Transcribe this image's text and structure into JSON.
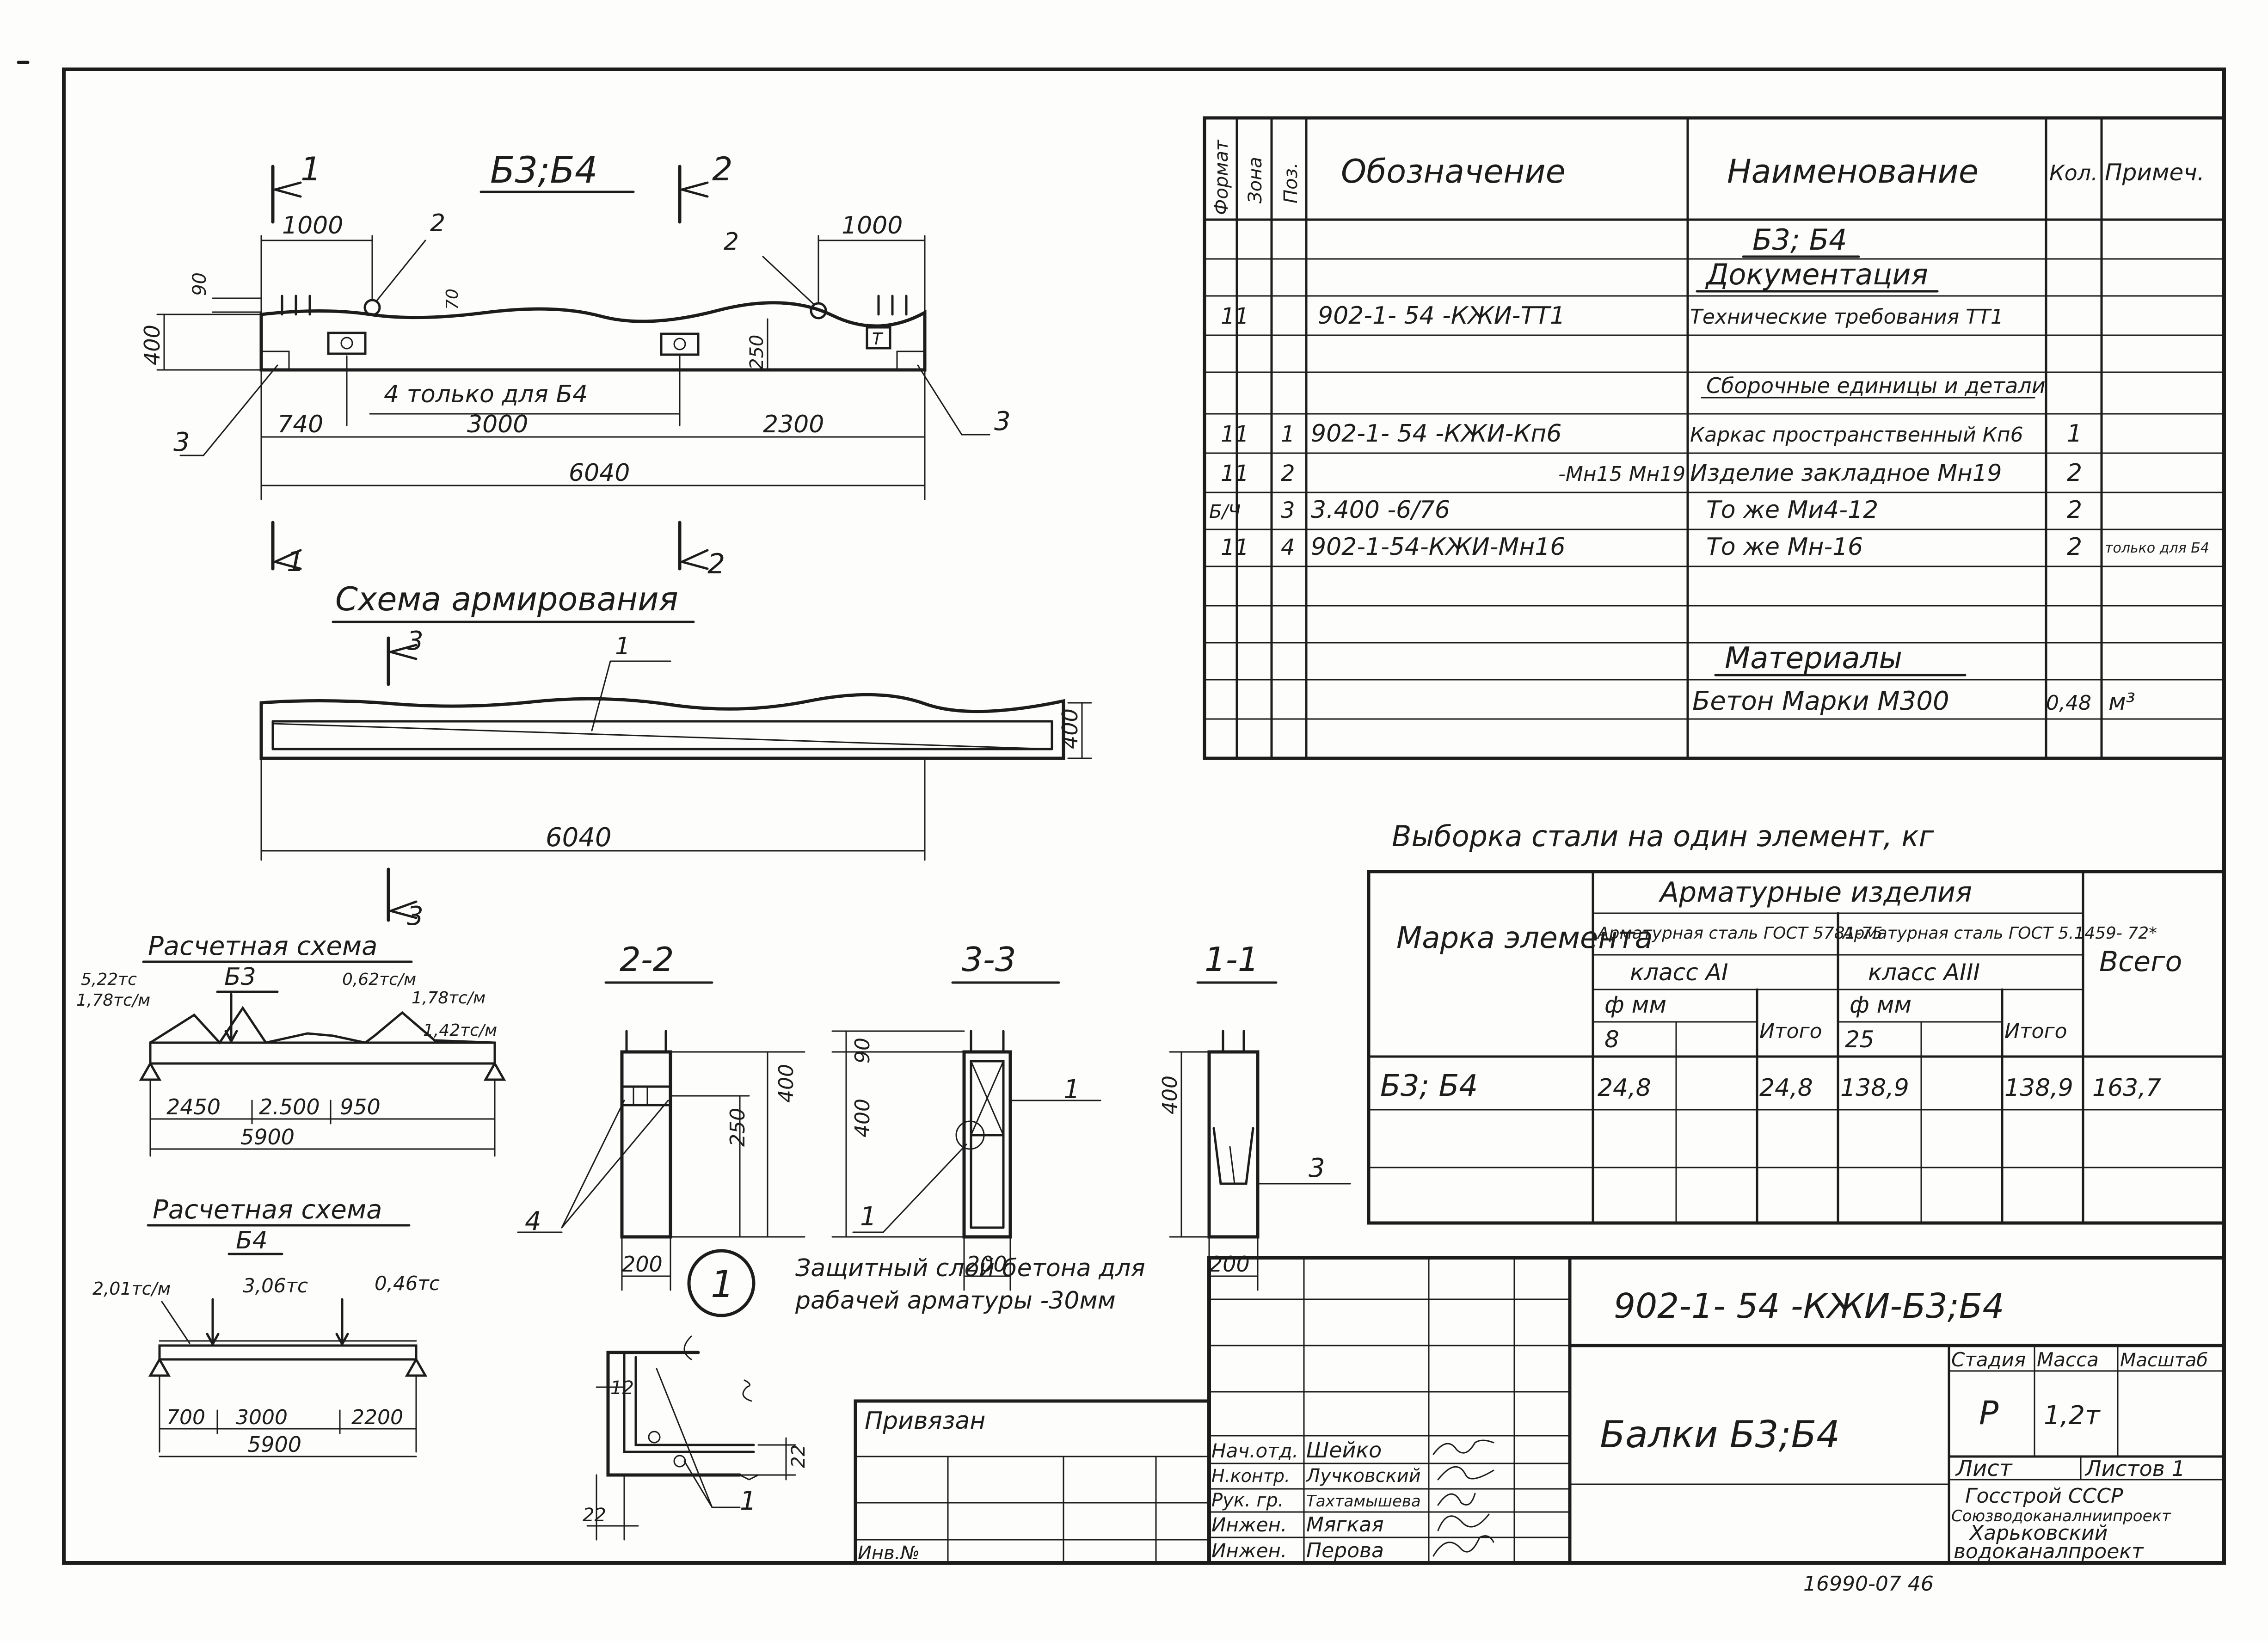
{
  "title_block": {
    "code": "902-1- 54 -КЖИ-Б3;Б4",
    "name": "Балки Б3;Б4",
    "stage_label": "Стадия",
    "mass_label": "Масса",
    "scale_label": "Масштаб",
    "stage": "Р",
    "mass": "1,2т",
    "sheet_label": "Лист",
    "sheets_label": "Листов 1",
    "org": [
      "Госстрой СССР",
      "Союзводоканалниипроект",
      "Харьковский",
      "водоканалпроект"
    ],
    "privyazan": "Привязан",
    "inv": "Инв.№",
    "roles": [
      {
        "role": "Нач.отд.",
        "name": "Шейко"
      },
      {
        "role": "Н.контр.",
        "name": "Лучковский"
      },
      {
        "role": "Рук. гр.",
        "name": "Тахтамышева"
      },
      {
        "role": "Инжен.",
        "name": "Мягкая"
      },
      {
        "role": "Инжен.",
        "name": "Перова"
      }
    ],
    "bottom_note": "16990-07    46"
  },
  "spec": {
    "headers": {
      "format": "Формат",
      "zone": "Зона",
      "pos": "Поз.",
      "designation": "Обозначение",
      "name": "Наименование",
      "qty": "Кол.",
      "note": "Примеч."
    },
    "title": "Б3; Б4",
    "section_docs": "Документация",
    "section_assy": "Сборочные единицы и детали",
    "section_materials": "Материалы",
    "rows": [
      {
        "format": "11",
        "pos": "",
        "designation": "902-1- 54 -КЖИ-ТТ1",
        "name": "Технические требования ТТ1",
        "qty": "",
        "note": ""
      },
      {
        "format": "11",
        "pos": "1",
        "designation": "902-1- 54 -КЖИ-Кп6",
        "name": "Каркас пространственный Кп6",
        "qty": "1",
        "note": ""
      },
      {
        "format": "11",
        "pos": "2",
        "designation": "-Мн15 Мн19",
        "name": "Изделие закладное Мн19",
        "qty": "2",
        "note": ""
      },
      {
        "format": "Б/Ч",
        "pos": "3",
        "designation": "3.400 -6/76",
        "name": "То же   Ми4-12",
        "qty": "2",
        "note": ""
      },
      {
        "format": "11",
        "pos": "4",
        "designation": "902-1-54-КЖИ-Мн16",
        "name": "То же   Мн-16",
        "qty": "2",
        "note": "только для Б4"
      }
    ],
    "material": {
      "name": "Бетон Марки  М300",
      "qty": "0,48",
      "note": "м³"
    }
  },
  "steel": {
    "title": "Выборка стали на один элемент, кг",
    "col_mark": "Марка элемента",
    "group": "Арматурные изделия",
    "steel1": "Арматурная сталь ГОСТ 5781-75",
    "steel2": "Арматурная сталь ГОСТ 5.1459- 72*",
    "class1": "класс АI",
    "class2": "класс АIII",
    "dia": "ф мм",
    "d1": "8",
    "d2": "25",
    "itogo": "Итого",
    "total": "Всего",
    "row": {
      "mark": "Б3; Б4",
      "v1": "24,8",
      "it1": "24,8",
      "v2": "138,9",
      "it2": "138,9",
      "total": "163,7"
    }
  },
  "elevation": {
    "title": "Б3;Б4",
    "d1000a": "1000",
    "d1000b": "1000",
    "d90": "90",
    "d400": "400",
    "d70": "70",
    "d250": "250",
    "d740": "740",
    "d3000": "3000",
    "d2300": "2300",
    "d6040": "6040",
    "note4": "4 только для Б4",
    "pos2": "2",
    "pos3": "3",
    "cut1": "1",
    "cut2": "2",
    "box": "Т"
  },
  "scheme": {
    "title": "Схема армирования",
    "pos1": "1",
    "d400": "400",
    "d6040": "6040",
    "cut3": "3"
  },
  "calc_b3": {
    "title": "Расчетная схема",
    "sub": "Б3",
    "l1": "5,22тс",
    "l2": "1,78тс/м",
    "l3": "0,62тс/м",
    "l4": "1,78тс/м",
    "l5": "1,42тс/м",
    "s1": "2450",
    "s2": "2.500",
    "s3": "950",
    "total": "5900"
  },
  "calc_b4": {
    "title": "Расчетная схема",
    "sub": "Б4",
    "l1": "2,01тс/м",
    "l2": "3,06тс",
    "l3": "0,46тс",
    "s1": "700",
    "s2": "3000",
    "s3": "2200",
    "total": "5900"
  },
  "sections": {
    "s22": "2-2",
    "s33": "3-3",
    "s11": "1-1",
    "d250": "250",
    "d400": "400",
    "d90": "90",
    "d200": "200",
    "p4": "4",
    "p1": "1",
    "p3": "3"
  },
  "detail": {
    "num": "1",
    "note1": "Защитный слой бетона для",
    "note2": "рабачей арматуры -30мм",
    "d12": "12",
    "d22": "22",
    "d22b": "22",
    "p1": "1"
  }
}
